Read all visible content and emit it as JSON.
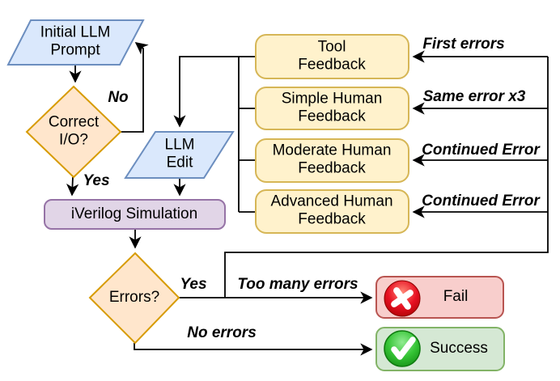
{
  "nodes": {
    "initial_prompt": {
      "label": "Initial LLM\nPrompt",
      "shape": "parallelogram",
      "fill": "#dae8fc",
      "stroke": "#6c8ebf"
    },
    "correct_io": {
      "label": "Correct\nI/O?",
      "shape": "diamond",
      "fill": "#ffe6cc",
      "stroke": "#d79b00"
    },
    "llm_edit": {
      "label": "LLM\nEdit",
      "shape": "parallelogram",
      "fill": "#dae8fc",
      "stroke": "#6c8ebf"
    },
    "iverilog_simulation": {
      "label": "iVerilog Simulation",
      "shape": "rounded-rect",
      "fill": "#e1d5e7",
      "stroke": "#9673a6"
    },
    "errors": {
      "label": "Errors?",
      "shape": "diamond",
      "fill": "#ffe6cc",
      "stroke": "#d79b00"
    },
    "tool_feedback": {
      "label": "Tool\nFeedback",
      "shape": "rounded-rect",
      "fill": "#fff2cc",
      "stroke": "#d6b656"
    },
    "simple_human_feedback": {
      "label": "Simple Human\nFeedback",
      "shape": "rounded-rect",
      "fill": "#fff2cc",
      "stroke": "#d6b656"
    },
    "moderate_human_feedback": {
      "label": "Moderate Human\nFeedback",
      "shape": "rounded-rect",
      "fill": "#fff2cc",
      "stroke": "#d6b656"
    },
    "advanced_human_feedback": {
      "label": "Advanced Human\nFeedback",
      "shape": "rounded-rect",
      "fill": "#fff2cc",
      "stroke": "#d6b656"
    },
    "fail": {
      "label": "Fail",
      "icon": "red-cross-icon",
      "shape": "rounded-rect",
      "fill": "#f8cecc",
      "stroke": "#b85450"
    },
    "success": {
      "label": "Success",
      "icon": "green-check-icon",
      "shape": "rounded-rect",
      "fill": "#d5e8d4",
      "stroke": "#82b366"
    }
  },
  "edge_labels": {
    "no": "No",
    "yes_correct_io": "Yes",
    "yes_errors": "Yes",
    "first_errors": "First errors",
    "same_error_x3": "Same error x3",
    "continued_error_moderate": "Continued Error",
    "continued_error_advanced": "Continued Error",
    "too_many_errors": "Too many errors",
    "no_errors": "No errors"
  },
  "colors": {
    "edge": "#000000",
    "text": "#000000",
    "background": "#ffffff",
    "fail_icon": "#e81123",
    "success_icon": "#35c435"
  }
}
